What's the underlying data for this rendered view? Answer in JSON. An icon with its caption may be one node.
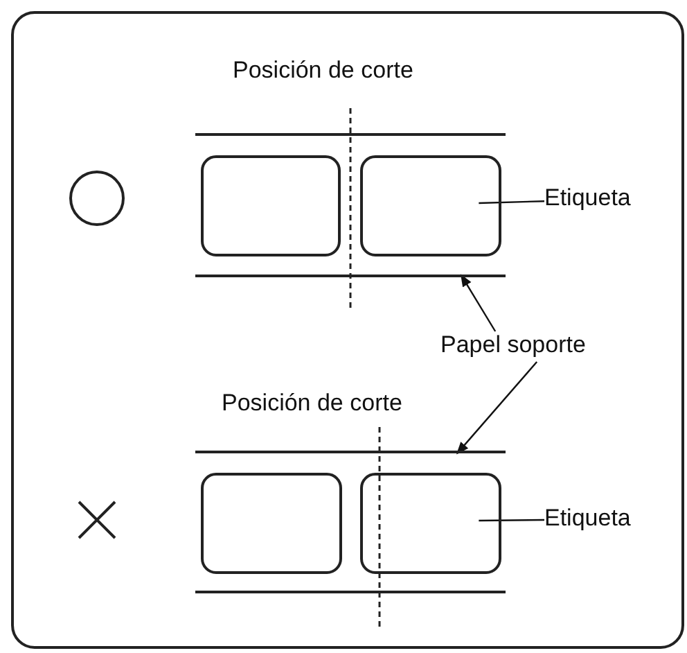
{
  "diagram": {
    "nodes": [
      {
        "text": [],
        "shape": "bar"
      },
      {
        "text": [],
        "shape": "box",
        "in": 0
      },
      {
        "text": [],
        "shape": "box",
        "in": 0
      },
      {
        "text": [
          "Etiqueta"
        ]
      },
      {
        "text": [
          "Papel soporte"
        ]
      },
      {
        "text": [],
        "shape": "bar"
      },
      {
        "text": [],
        "shape": "box",
        "in": 5
      },
      {
        "text": [],
        "shape": "box",
        "in": 5
      },
      {
        "text": [
          "Etiqueta"
        ]
      }
    ],
    "edges": [
      {
        "from": 3,
        "to": 2,
        "arrow": "none"
      },
      {
        "from": 4,
        "to": 0,
        "arrow": "to"
      },
      {
        "from": 4,
        "to": 5,
        "arrow": "to"
      },
      {
        "from": 8,
        "to": 7,
        "arrow": "none"
      }
    ],
    "labels": [
      "Posición de corte",
      "Posición de corte"
    ]
  }
}
